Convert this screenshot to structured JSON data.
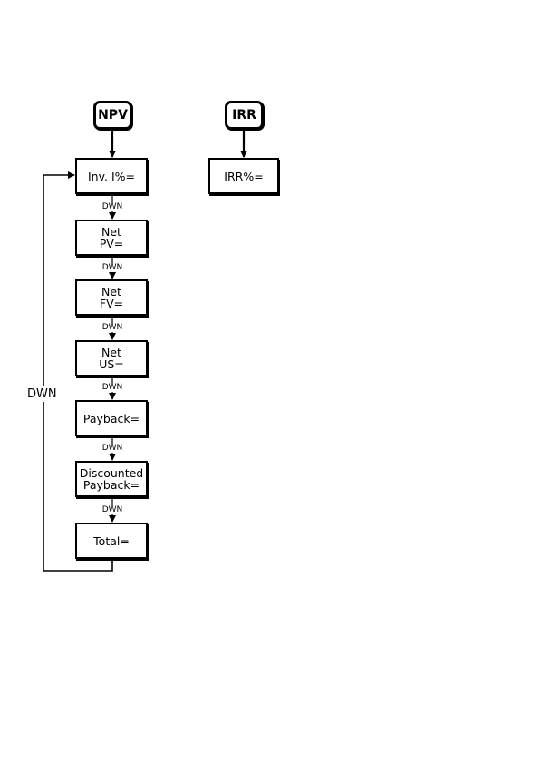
{
  "keys": {
    "npv": "NPV",
    "irr": "IRR"
  },
  "npv_flow": [
    {
      "id": "inv",
      "lines": [
        "Inv. I%="
      ]
    },
    {
      "id": "netpv",
      "lines": [
        "Net",
        "PV="
      ]
    },
    {
      "id": "netfv",
      "lines": [
        "Net",
        "FV="
      ]
    },
    {
      "id": "netus",
      "lines": [
        "Net",
        "US="
      ]
    },
    {
      "id": "payback",
      "lines": [
        "Payback="
      ]
    },
    {
      "id": "dpayback",
      "lines": [
        "Discounted",
        "Payback="
      ]
    },
    {
      "id": "total",
      "lines": [
        "Total="
      ]
    }
  ],
  "irr_flow": [
    {
      "id": "irrpct",
      "lines": [
        "IRR%="
      ]
    }
  ],
  "step_label": "DWN",
  "loop_label": "DWN"
}
